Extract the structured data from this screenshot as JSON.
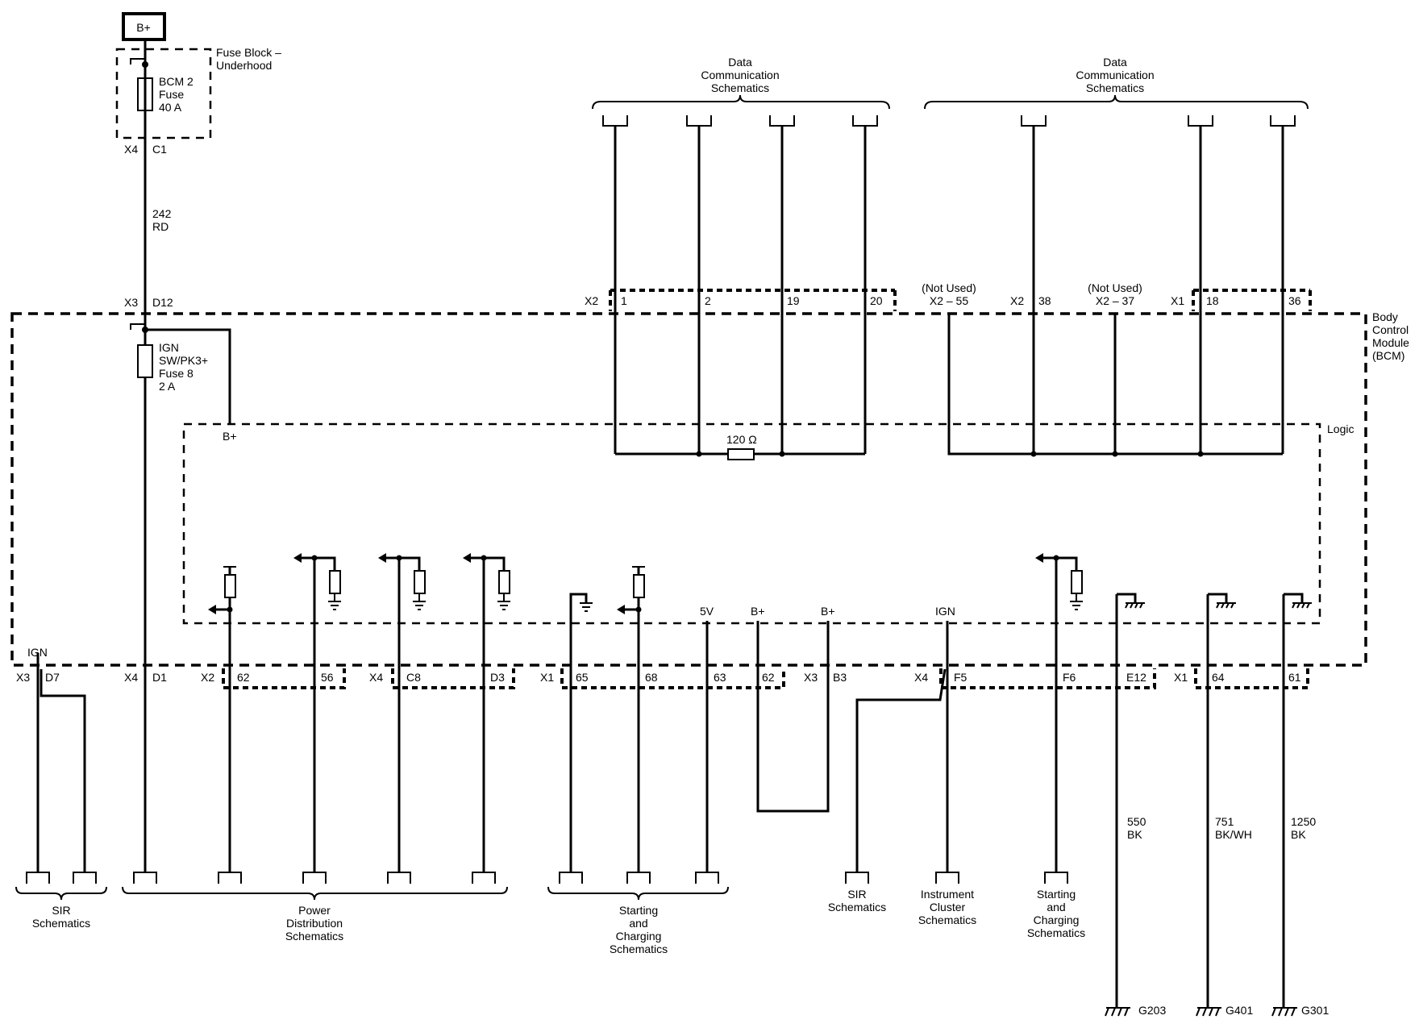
{
  "bplus_box": "B+",
  "fuse_block": [
    "Fuse Block –",
    "Underhood"
  ],
  "bcm2_fuse": [
    "BCM 2",
    "Fuse",
    "40 A"
  ],
  "wire_top": [
    "242",
    "RD"
  ],
  "ign_fuse": [
    "IGN",
    "SW/PK3+",
    "Fuse 8",
    "2 A"
  ],
  "bcm_label": [
    "Body",
    "Control",
    "Module",
    "(BCM)"
  ],
  "logic_label": "Logic",
  "data_comm": [
    "Data",
    "Communication",
    "Schematics"
  ],
  "not_used": "(Not Used)",
  "resistor": "120 Ω",
  "pins_top": {
    "x4": "X4",
    "c1": "C1",
    "x3": "X3",
    "d12": "D12",
    "x2a": "X2",
    "p1": "1",
    "p2": "2",
    "p19": "19",
    "p20": "20",
    "x2_55": "X2 – 55",
    "x2b": "X2",
    "p38": "38",
    "x2_37": "X2 – 37",
    "x1": "X1",
    "p18": "18",
    "p36": "36"
  },
  "inner": {
    "bplus1": "B+",
    "v5": "5V",
    "bplus2": "B+",
    "bplus3": "B+",
    "ign": "IGN",
    "ign_sir": "IGN"
  },
  "pins_bottom": {
    "x3": "X3",
    "d7": "D7",
    "x4": "X4",
    "d1": "D1",
    "x2": "X2",
    "p62": "62",
    "p56": "56",
    "x4b": "X4",
    "c8": "C8",
    "d3": "D3",
    "x1": "X1",
    "p65": "65",
    "p68": "68",
    "p63": "63",
    "p62b": "62",
    "x3b": "X3",
    "b3": "B3",
    "x4c": "X4",
    "f5": "F5",
    "f6": "F6",
    "e12": "E12",
    "x1b": "X1",
    "p64": "64",
    "p61": "61"
  },
  "sir": [
    "SIR",
    "Schematics"
  ],
  "power_dist": [
    "Power",
    "Distribution",
    "Schematics"
  ],
  "starting_charging": [
    "Starting",
    "and",
    "Charging",
    "Schematics"
  ],
  "sir2": [
    "SIR",
    "Schematics"
  ],
  "instrument": [
    "Instrument",
    "Cluster",
    "Schematics"
  ],
  "starting_charging2": [
    "Starting",
    "and",
    "Charging",
    "Schematics"
  ],
  "wire550": [
    "550",
    "BK"
  ],
  "wire751": [
    "751",
    "BK/WH"
  ],
  "wire1250": [
    "1250",
    "BK"
  ],
  "grounds": [
    "G203",
    "G401",
    "G301"
  ]
}
